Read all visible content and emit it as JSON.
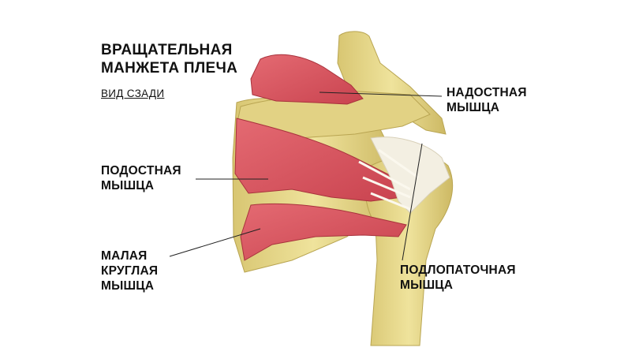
{
  "header": {
    "title_line1": "ВРАЩАТЕЛЬНАЯ",
    "title_line2": "МАНЖЕТА ПЛЕЧА",
    "subtitle": "ВИД СЗАДИ"
  },
  "labels": {
    "supraspinatus": {
      "line1": "НАДОСТНАЯ",
      "line2": "МЫШЦА"
    },
    "infraspinatus": {
      "line1": "ПОДОСТНАЯ",
      "line2": "МЫШЦА"
    },
    "teres_minor": {
      "line1": "МАЛАЯ",
      "line2": "КРУГЛАЯ",
      "line3": "МЫШЦА"
    },
    "subscapularis": {
      "line1": "ПОДЛОПАТОЧНАЯ",
      "line2": "МЫШЦА"
    }
  },
  "colors": {
    "muscle": "#d9545e",
    "muscle_light": "#ee8a90",
    "bone": "#e6d98a",
    "bone_shade": "#c9b762",
    "tendon": "#f4f0e4",
    "text": "#111111"
  }
}
